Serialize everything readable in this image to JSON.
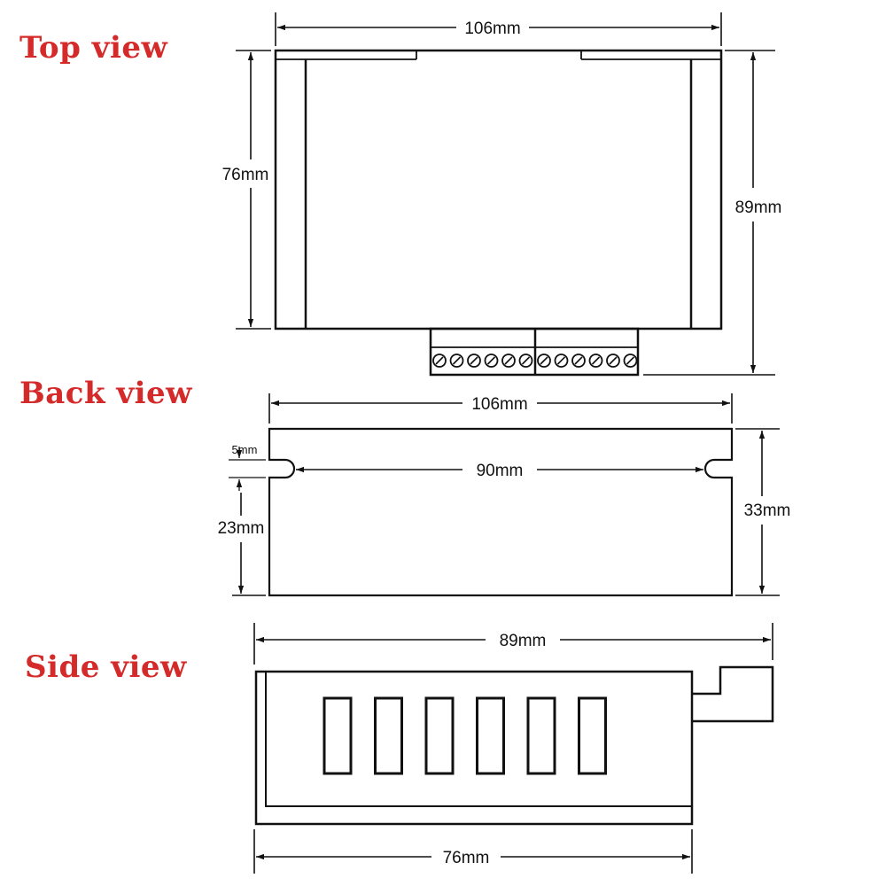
{
  "colors": {
    "title": "#d42a2a",
    "line": "#111111"
  },
  "top_view": {
    "title": "Top view",
    "width_label": "106mm",
    "height_label": "76mm",
    "depth_label": "89mm",
    "terminal_count": 12
  },
  "back_view": {
    "title": "Back view",
    "width_label": "106mm",
    "slot_spacing_label": "90mm",
    "slot_offset_label": "5mm",
    "slot_height_label": "23mm",
    "height_label": "33mm"
  },
  "side_view": {
    "title": "Side view",
    "overall_label": "89mm",
    "body_label": "76mm",
    "vent_count": 6
  }
}
